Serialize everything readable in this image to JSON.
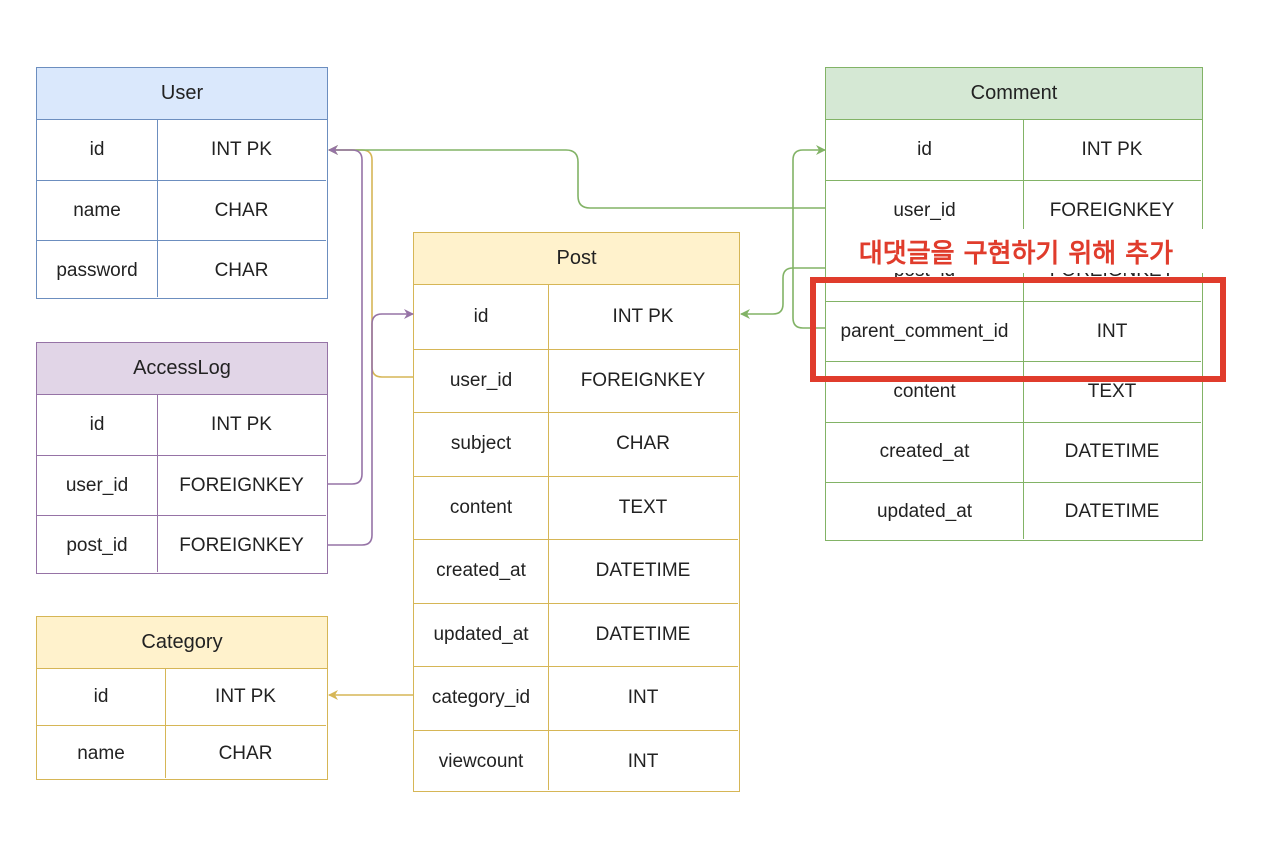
{
  "colors": {
    "user": {
      "header": "#dae8fc",
      "border": "#6c8ebf"
    },
    "accesslog": {
      "header": "#e1d5e7",
      "border": "#9673a6"
    },
    "post": {
      "header": "#fff2cc",
      "border": "#d6b656"
    },
    "category": {
      "header": "#fff2cc",
      "border": "#d6b656"
    },
    "comment": {
      "header": "#d5e8d4",
      "border": "#82b366"
    },
    "annotation": "#e03c2c"
  },
  "tables": {
    "user": {
      "name": "User",
      "rows": [
        {
          "field": "id",
          "type": "INT PK"
        },
        {
          "field": "name",
          "type": "CHAR"
        },
        {
          "field": "password",
          "type": "CHAR"
        }
      ]
    },
    "accesslog": {
      "name": "AccessLog",
      "rows": [
        {
          "field": "id",
          "type": "INT PK"
        },
        {
          "field": "user_id",
          "type": "FOREIGNKEY"
        },
        {
          "field": "post_id",
          "type": "FOREIGNKEY"
        }
      ]
    },
    "category": {
      "name": "Category",
      "rows": [
        {
          "field": "id",
          "type": "INT PK"
        },
        {
          "field": "name",
          "type": "CHAR"
        }
      ]
    },
    "post": {
      "name": "Post",
      "rows": [
        {
          "field": "id",
          "type": "INT PK"
        },
        {
          "field": "user_id",
          "type": "FOREIGNKEY"
        },
        {
          "field": "subject",
          "type": "CHAR"
        },
        {
          "field": "content",
          "type": "TEXT"
        },
        {
          "field": "created_at",
          "type": "DATETIME"
        },
        {
          "field": "updated_at",
          "type": "DATETIME"
        },
        {
          "field": "category_id",
          "type": "INT"
        },
        {
          "field": "viewcount",
          "type": "INT"
        }
      ]
    },
    "comment": {
      "name": "Comment",
      "rows": [
        {
          "field": "id",
          "type": "INT PK"
        },
        {
          "field": "user_id",
          "type": "FOREIGNKEY"
        },
        {
          "field": "post_id",
          "type": "FOREIGNKEY"
        },
        {
          "field": "parent_comment_id",
          "type": "INT"
        },
        {
          "field": "content",
          "type": "TEXT"
        },
        {
          "field": "created_at",
          "type": "DATETIME"
        },
        {
          "field": "updated_at",
          "type": "DATETIME"
        }
      ]
    }
  },
  "annotation": {
    "text": "대댓글을 구현하기 위해 추가"
  }
}
